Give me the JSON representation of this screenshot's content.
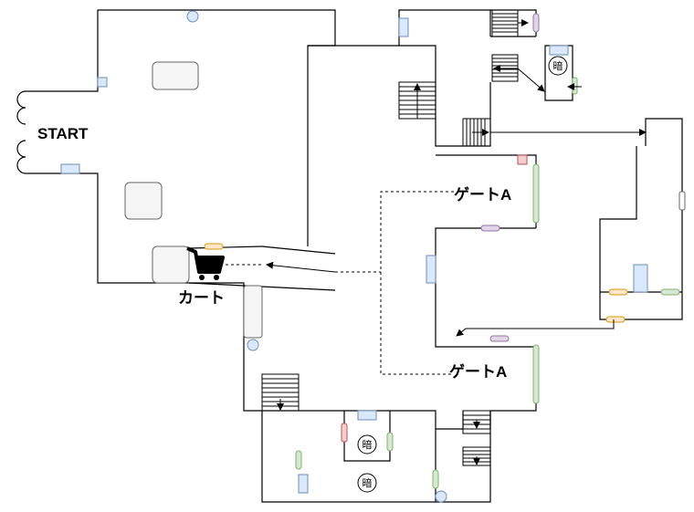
{
  "labels": {
    "start": "START",
    "gate_1": "ゲートA",
    "gate_2": "ゲートA",
    "cart": "カート",
    "dark_1": "暗",
    "dark_2": "暗",
    "dark_3": "暗"
  },
  "colors": {
    "wall": "#000000",
    "blue": "#dae8fc",
    "blue_stroke": "#6c8ebf",
    "green": "#d5e8d4",
    "green_stroke": "#82b366",
    "orange": "#ffe6cc",
    "orange_stroke": "#d79b00",
    "purple": "#e1d5e7",
    "purple_stroke": "#9673a6",
    "red": "#f8cecc",
    "red_stroke": "#b85450",
    "gray_fill": "#f5f5f5",
    "gray_stroke": "#666666"
  },
  "icons": [
    "cart-icon",
    "stairs-icon",
    "arrow-icon",
    "dark-zone-icon",
    "door-icon"
  ]
}
